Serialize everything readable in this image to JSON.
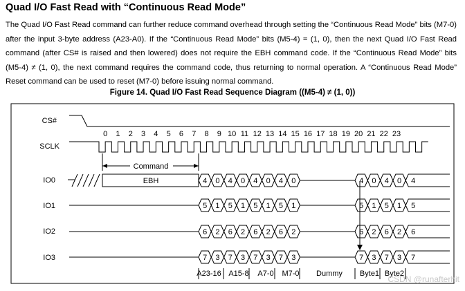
{
  "title": "Quad I/O Fast Read with “Continuous Read Mode”",
  "paragraph": "The Quad I/O Fast Read command can further reduce command overhead through setting the “Continuous Read Mode” bits (M7-0) after the input 3-byte address (A23-A0). If the “Continuous Read Mode” bits (M5-4) = (1, 0), then the next Quad I/O Fast Read command (after CS# is raised and then lowered) does not require the EBH command code. If the “Continuous Read Mode” bits (M5-4) ≠ (1, 0), the next command requires the command code, thus returning to normal operation. A “Continuous Read Mode” Reset command can be used to reset (M7-0) before issuing normal command.",
  "figure_caption": "Figure 14. Quad I/O Fast Read Sequence Diagram ((M5-4) ≠ (1, 0))",
  "signals": [
    "CS#",
    "SCLK",
    "IO0",
    "IO1",
    "IO2",
    "IO3"
  ],
  "clock_numbers": [
    "0",
    "1",
    "2",
    "3",
    "4",
    "5",
    "6",
    "7",
    "8",
    "9",
    "10",
    "11",
    "12",
    "13",
    "14",
    "15",
    "16",
    "17",
    "18",
    "19",
    "20",
    "21",
    "22",
    "23"
  ],
  "command_label": "Command",
  "command_code": "EBH",
  "bus_values": {
    "IO0": [
      "4",
      "0",
      "4",
      "0",
      "4",
      "0",
      "4",
      "0",
      "4",
      "0",
      "4",
      "0",
      "4"
    ],
    "IO1": [
      "5",
      "1",
      "5",
      "1",
      "5",
      "1",
      "5",
      "1",
      "5",
      "1",
      "5",
      "1",
      "5"
    ],
    "IO2": [
      "6",
      "2",
      "6",
      "2",
      "6",
      "2",
      "6",
      "2",
      "6",
      "2",
      "6",
      "2",
      "6"
    ],
    "IO3": [
      "7",
      "3",
      "7",
      "3",
      "7",
      "3",
      "7",
      "3",
      "7",
      "3",
      "7",
      "3",
      "7"
    ]
  },
  "phase_labels": [
    "A23-16",
    "A15-8",
    "A7-0",
    "M7-0",
    "Dummy",
    "Byte1",
    "Byte2"
  ],
  "watermark": "CSDN @runafterhit"
}
